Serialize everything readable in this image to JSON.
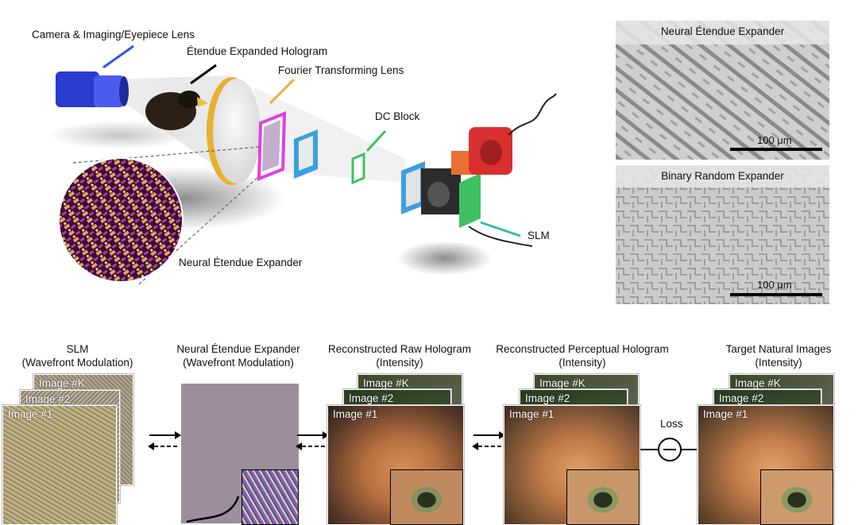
{
  "top_labels": {
    "camera": "Camera & Imaging/Eyepiece Lens",
    "hologram": "Étendue Expanded Hologram",
    "fourier_lens": "Fourier Transforming Lens",
    "dc_block": "DC Block",
    "slm": "SLM",
    "expander": "Neural Étendue Expander"
  },
  "micro_panels": [
    {
      "title": "Neural Étendue Expander",
      "scale": "100 μm"
    },
    {
      "title": "Binary Random Expander",
      "scale": "100 μm"
    }
  ],
  "pipeline": {
    "columns": [
      {
        "title": "SLM",
        "subtitle": "(Wavefront Modulation)"
      },
      {
        "title": "Neural Étendue Expander",
        "subtitle": "(Wavefront Modulation)"
      },
      {
        "title": "Reconstructed Raw Hologram",
        "subtitle": "(Intensity)"
      },
      {
        "title": "Reconstructed Perceptual Hologram",
        "subtitle": "(Intensity)"
      },
      {
        "title": "Target Natural Images",
        "subtitle": "(Intensity)"
      }
    ],
    "card_labels": {
      "k": "Image #K",
      "two": "Image #2",
      "one": "Image #1"
    },
    "loss_label": "Loss"
  },
  "colors": {
    "camera_blue": "#3b4fe0",
    "lens_gold": "#e8b030",
    "magenta": "#e040e0",
    "cyan": "#3aa0e0",
    "green": "#3ec060",
    "orange": "#e87030",
    "red": "#d83030",
    "teal": "#30c0a0"
  }
}
